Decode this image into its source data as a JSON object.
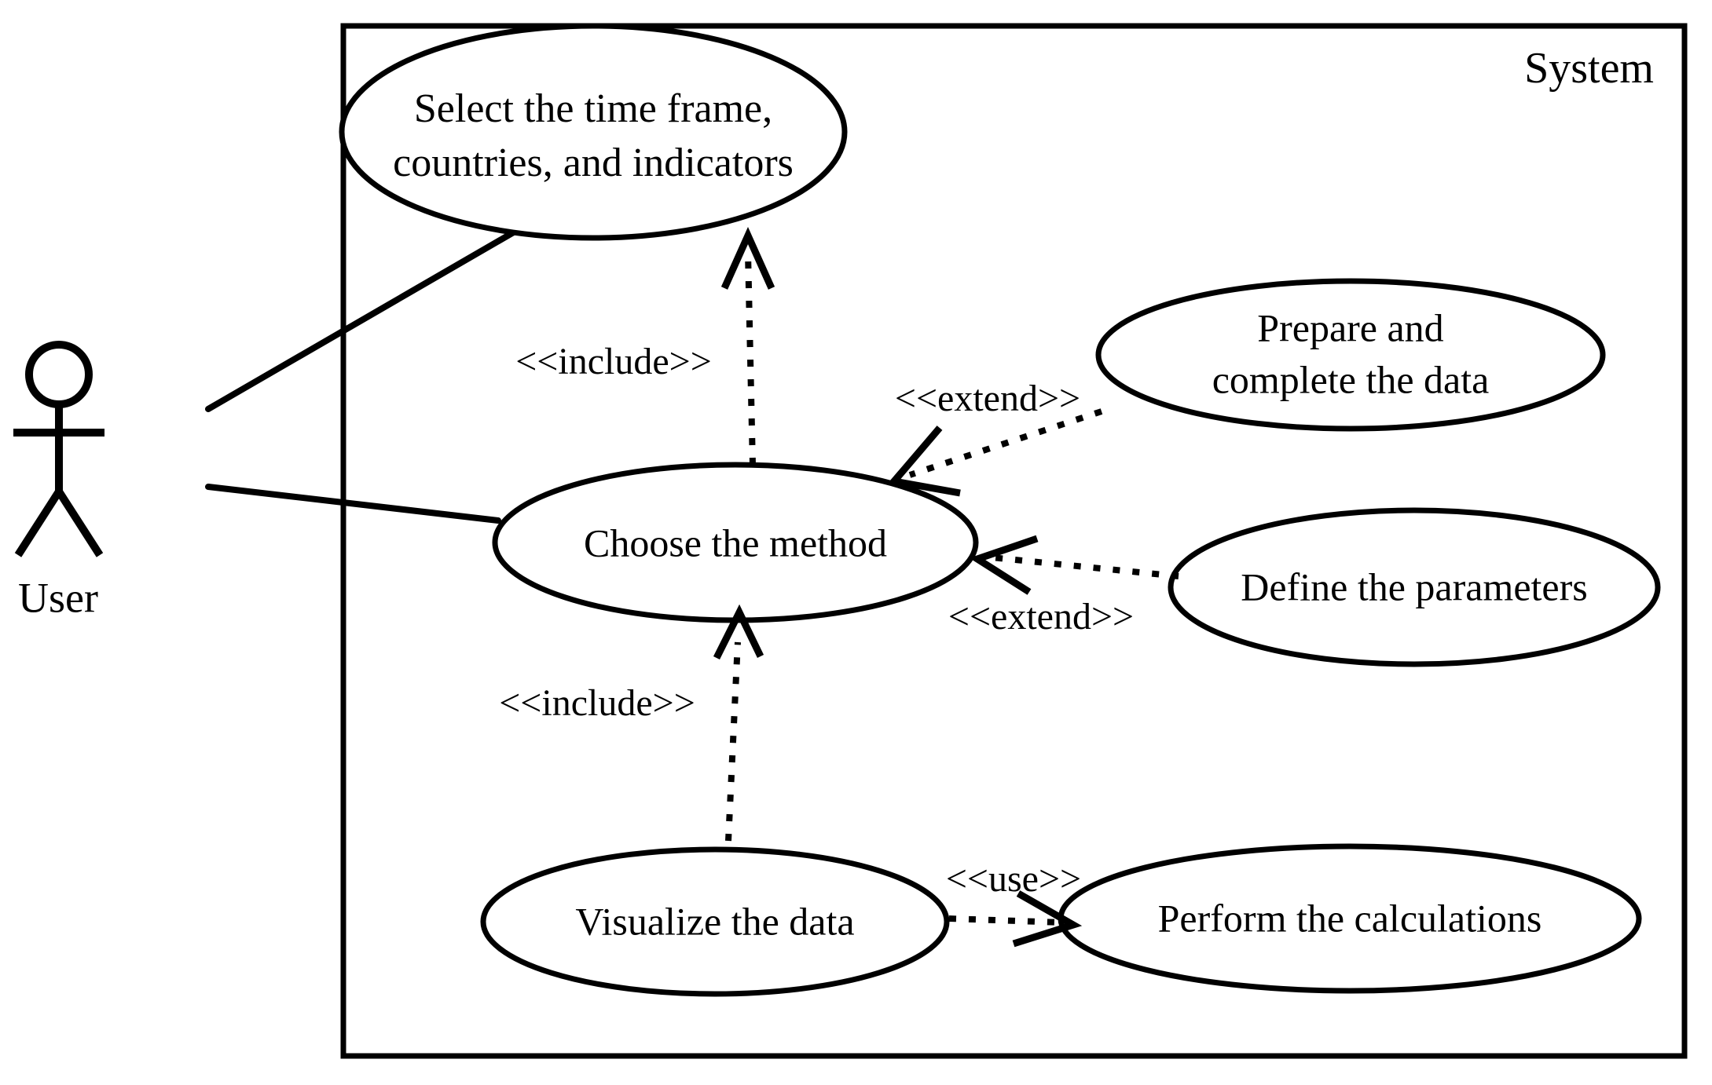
{
  "diagram": {
    "kind": "uml-use-case-diagram",
    "boundary": {
      "label": "System"
    },
    "actors": [
      {
        "id": "user",
        "label": "User"
      }
    ],
    "use_cases": [
      {
        "id": "uc-select-time-frame",
        "line1": "Select the time frame,",
        "line2": "countries, and indicators"
      },
      {
        "id": "uc-prepare-data",
        "line1": "Prepare and",
        "line2": "complete the data"
      },
      {
        "id": "uc-choose-method",
        "line1": "Choose the method",
        "line2": ""
      },
      {
        "id": "uc-define-parameters",
        "line1": "Define the parameters",
        "line2": ""
      },
      {
        "id": "uc-visualize-data",
        "line1": "Visualize the data",
        "line2": ""
      },
      {
        "id": "uc-perform-calculations",
        "line1": "Perform the calculations",
        "line2": ""
      }
    ],
    "relationships": [
      {
        "id": "rel-include-top",
        "stereotype": "<<include>>",
        "from": "uc-choose-method",
        "to": "uc-select-time-frame",
        "style": "dashed-open-arrow"
      },
      {
        "id": "rel-extend-prepare",
        "stereotype": "<<extend>>",
        "from": "uc-prepare-data",
        "to": "uc-choose-method",
        "style": "dashed-open-arrow"
      },
      {
        "id": "rel-extend-parameters",
        "stereotype": "<<extend>>",
        "from": "uc-define-parameters",
        "to": "uc-choose-method",
        "style": "dashed-open-arrow"
      },
      {
        "id": "rel-include-bottom",
        "stereotype": "<<include>>",
        "from": "uc-visualize-data",
        "to": "uc-choose-method",
        "style": "dashed-open-arrow"
      },
      {
        "id": "rel-use-calc",
        "stereotype": "<<use>>",
        "from": "uc-visualize-data",
        "to": "uc-perform-calculations",
        "style": "dashed-open-arrow"
      },
      {
        "id": "rel-assoc-select",
        "stereotype": "",
        "from": "user",
        "to": "uc-select-time-frame",
        "style": "solid-line"
      },
      {
        "id": "rel-assoc-choose",
        "stereotype": "",
        "from": "user",
        "to": "uc-choose-method",
        "style": "solid-line"
      }
    ],
    "stereotype_labels": {
      "include_top": "<<include>>",
      "extend_prepare": "<<extend>>",
      "extend_parameters": "<<extend>>",
      "include_bottom": "<<include>>",
      "use_calc": "<<use>>"
    },
    "colors": {
      "stroke": "#000000",
      "fill": "#ffffff",
      "text": "#000000"
    }
  }
}
